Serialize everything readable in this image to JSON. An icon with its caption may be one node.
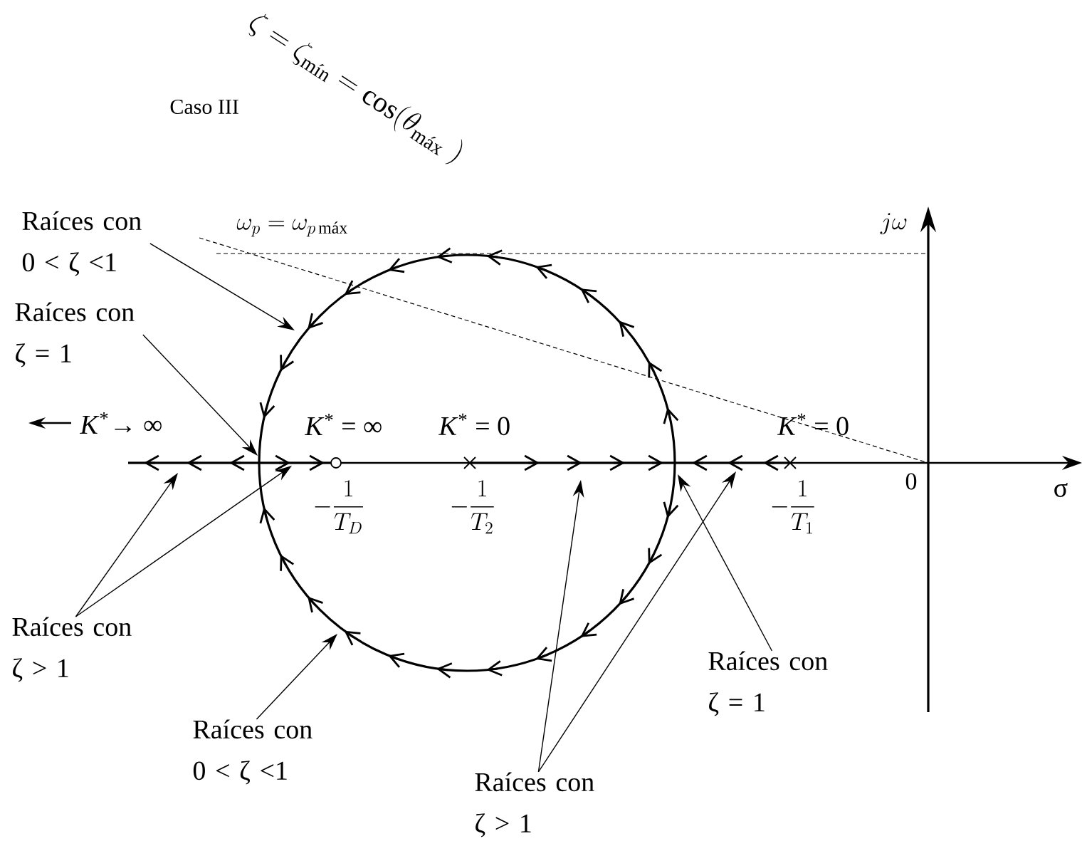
{
  "diagram": {
    "nodes": [
      {
        "text": [
          "Raíces con 0 < ζ <1"
        ]
      },
      {
        "text": [
          "Raíces con ζ = 1"
        ]
      },
      {
        "text": [
          "Raíces con ζ > 1"
        ]
      },
      {
        "text": [
          "Raíces con 0 < ζ <1"
        ]
      },
      {
        "text": [
          "Raíces con ζ > 1"
        ]
      },
      {
        "text": [
          "Raíces con ζ = 1"
        ]
      }
    ],
    "edges": [
      {
        "from": 0,
        "to": null,
        "arrow": "to"
      },
      {
        "from": 1,
        "to": null,
        "arrow": "to"
      },
      {
        "from": 2,
        "to": null,
        "arrow": "to"
      },
      {
        "from": 2,
        "to": null,
        "arrow": "to"
      },
      {
        "from": 3,
        "to": null,
        "arrow": "to"
      },
      {
        "from": 4,
        "to": null,
        "arrow": "to"
      },
      {
        "from": 4,
        "to": null,
        "arrow": "to"
      },
      {
        "from": 5,
        "to": null,
        "arrow": "to"
      }
    ],
    "labels": [
      "Caso III",
      "\\zeta = \\zeta_{\\text{mín}} = \\cos(\\theta_{\\text{máx}}\\;)",
      "\\omega_{p} = \\omega_{p\\,\\text{máx}}",
      "j\\omega",
      "*K*$^{*}$→ ∞",
      "*K*$^{*}$ = ∞",
      "*K*$^{*}$ = 0",
      "*K*$^{*}$ = 0",
      "-\\frac{1}{T_{D}}",
      "-\\frac{1}{T_{2}}",
      "-\\frac{1}{T_{1}}",
      "0",
      "σ"
    ]
  }
}
